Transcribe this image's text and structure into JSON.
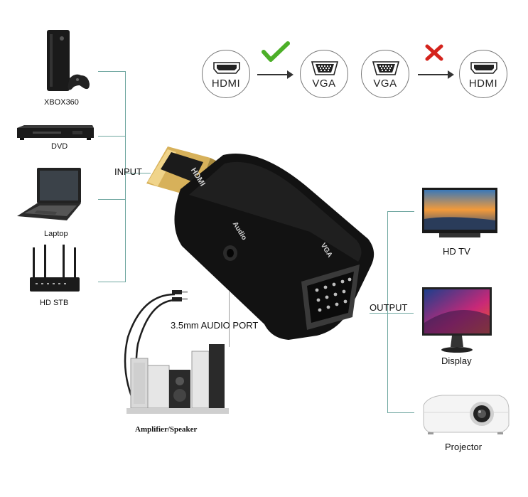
{
  "conversion": {
    "items": [
      {
        "label": "HDMI",
        "icon": "hdmi-port-icon"
      },
      {
        "label": "VGA",
        "icon": "vga-port-icon"
      },
      {
        "label": "VGA",
        "icon": "vga-port-icon"
      },
      {
        "label": "HDMI",
        "icon": "hdmi-port-icon"
      }
    ],
    "supported_mark": "check-icon",
    "unsupported_mark": "cross-icon",
    "colors": {
      "check": "#4caf28",
      "cross": "#d4231c"
    }
  },
  "inputs": {
    "group_label": "INPUT",
    "devices": [
      {
        "label": "XBOX360",
        "icon": "game-console-icon"
      },
      {
        "label": "DVD",
        "icon": "dvd-player-icon"
      },
      {
        "label": "Laptop",
        "icon": "laptop-icon"
      },
      {
        "label": "HD STB",
        "icon": "router-box-icon"
      }
    ]
  },
  "outputs": {
    "group_label": "OUTPUT",
    "devices": [
      {
        "label": "HD TV",
        "icon": "tv-icon"
      },
      {
        "label": "Display",
        "icon": "monitor-icon"
      },
      {
        "label": "Projector",
        "icon": "projector-icon"
      }
    ]
  },
  "adapter": {
    "hdmi_text": "HDMI",
    "audio_text": "Audio",
    "vga_text": "VGA"
  },
  "audio": {
    "port_label": "3.5mm AUDIO PORT",
    "speaker_label": "Amplifier/Speaker"
  },
  "colors": {
    "connector_line": "#6fa7a0",
    "adapter_body": "#121212",
    "gold": "#d7b15a"
  }
}
